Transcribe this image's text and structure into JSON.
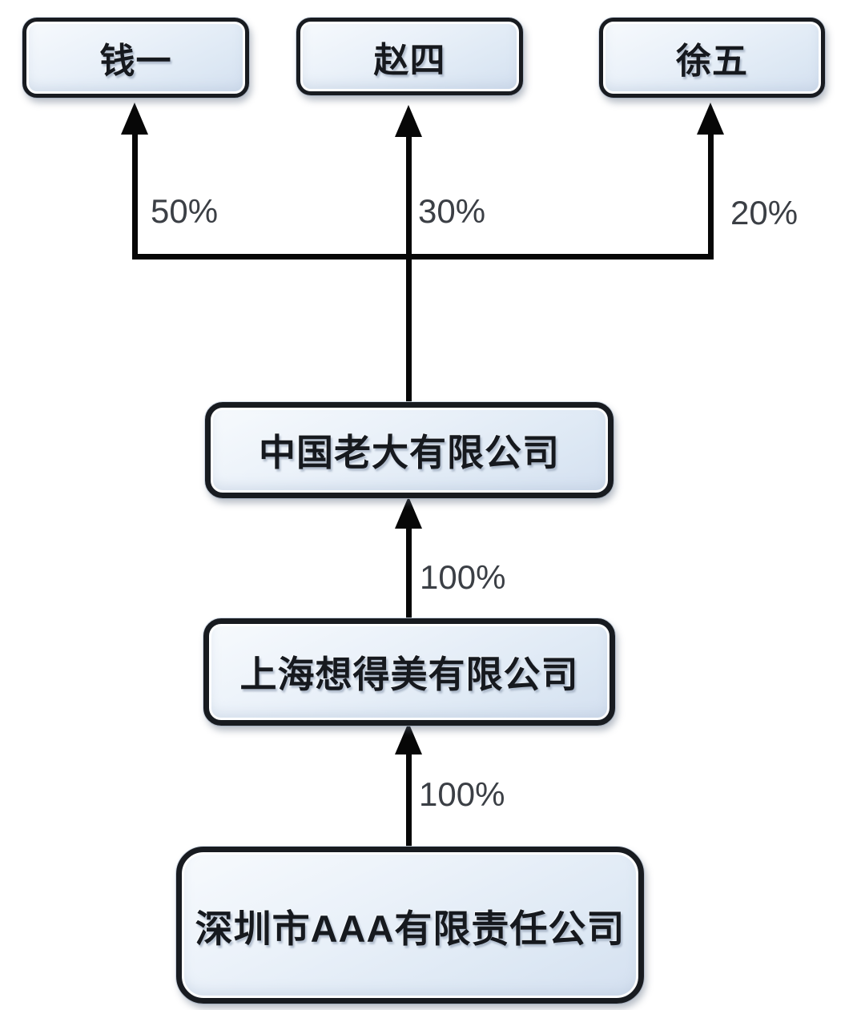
{
  "diagram": {
    "kind": "equity-ownership-structure",
    "nodes": {
      "qian_yi": {
        "label": "钱一",
        "role": "shareholder"
      },
      "zhao_si": {
        "label": "赵四",
        "role": "shareholder"
      },
      "xu_wu": {
        "label": "徐五",
        "role": "shareholder"
      },
      "zhongguo_laoda": {
        "label": "中国老大有限公司",
        "role": "company"
      },
      "shanghai_xiangdemei": {
        "label": "上海想得美有限公司",
        "role": "company"
      },
      "shenzhen_aaa": {
        "label": "深圳市AAA有限责任公司",
        "role": "company"
      }
    },
    "ownership_labels": {
      "qian_yi": "50%",
      "zhao_si": "30%",
      "xu_wu": "20%",
      "zhongguo_laoda": "100%",
      "shanghai_xiangdemei": "100%"
    },
    "edges": [
      {
        "from": "中国老大有限公司",
        "to": "钱一",
        "label": "50%"
      },
      {
        "from": "中国老大有限公司",
        "to": "赵四",
        "label": "30%"
      },
      {
        "from": "中国老大有限公司",
        "to": "徐五",
        "label": "20%"
      },
      {
        "from": "上海想得美有限公司",
        "to": "中国老大有限公司",
        "label": "100%"
      },
      {
        "from": "深圳市AAA有限责任公司",
        "to": "上海想得美有限公司",
        "label": "100%"
      }
    ],
    "colors": {
      "background": "#ffffff",
      "node_fill": "#e6eef8",
      "node_border": "#181b20",
      "connector": "#070707",
      "percent_text": "#3b3f45"
    }
  }
}
